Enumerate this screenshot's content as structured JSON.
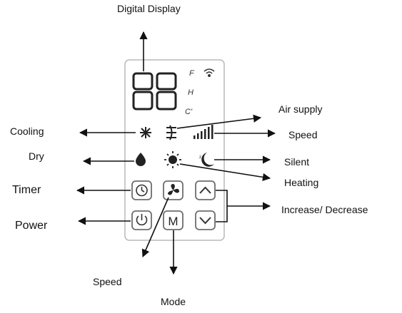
{
  "labels": {
    "digital_display": "Digital Display",
    "cooling": "Cooling",
    "dry": "Dry",
    "timer": "Timer",
    "power": "Power",
    "air_supply": "Air supply",
    "speed_right": "Speed",
    "silent": "Silent",
    "heating": "Heating",
    "increase_decrease": "Increase/ Decrease",
    "speed_bottom": "Speed",
    "mode": "Mode"
  },
  "panel": {
    "display_digits": "88",
    "unit_f": "F",
    "unit_h": "H",
    "unit_c": "C'",
    "mode_button_letter": "M"
  },
  "icons": {
    "cooling": "snowflake-icon",
    "air_supply": "fan-wind-icon",
    "speed": "signal-bars-icon",
    "dry": "water-drop-icon",
    "heating": "sun-icon",
    "silent": "moon-icon",
    "wifi": "wifi-icon",
    "timer": "clock-icon",
    "fan": "fan-icon",
    "up": "chevron-up-icon",
    "power": "power-icon",
    "mode": "mode-m-icon",
    "down": "chevron-down-icon"
  },
  "colors": {
    "ink": "#111111",
    "panel_border": "#b8b8b8",
    "button_border": "#6e6e6e"
  }
}
